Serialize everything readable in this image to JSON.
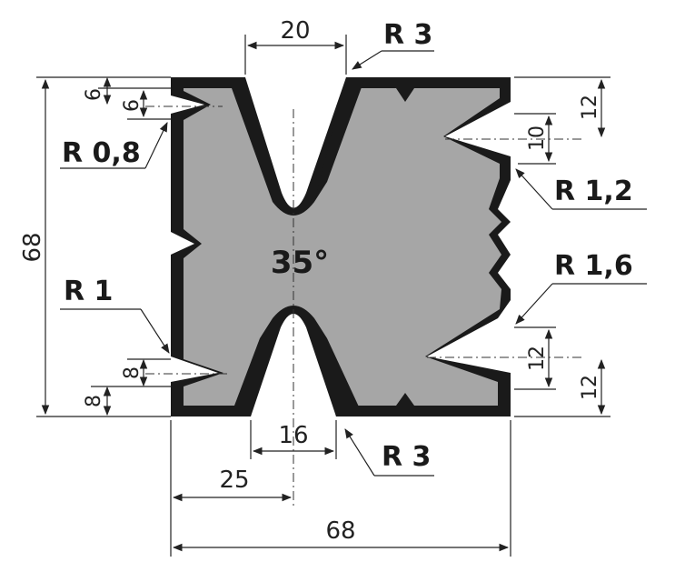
{
  "drawing": {
    "angle_label": "35°",
    "dimensions": {
      "top_gap": "20",
      "bottom_gap": "16",
      "bottom_center": "25",
      "overall_width": "68",
      "overall_height": "68",
      "left_top_a": "6",
      "left_top_b": "6",
      "left_bottom_a": "8",
      "left_bottom_b": "8",
      "right_top_a": "12",
      "right_top_b": "10",
      "right_bottom_a": "12",
      "right_bottom_b": "12"
    },
    "radii": {
      "top_v": "R 3",
      "bottom_v": "R 3",
      "left_top_notch": "R 0,8",
      "left_bottom_notch": "R 1",
      "right_top_notch": "R 1,2",
      "right_bottom_notch": "R 1,6"
    },
    "colors": {
      "die_fill": "#a6a6a6",
      "die_outline": "#1a1a1a"
    }
  }
}
